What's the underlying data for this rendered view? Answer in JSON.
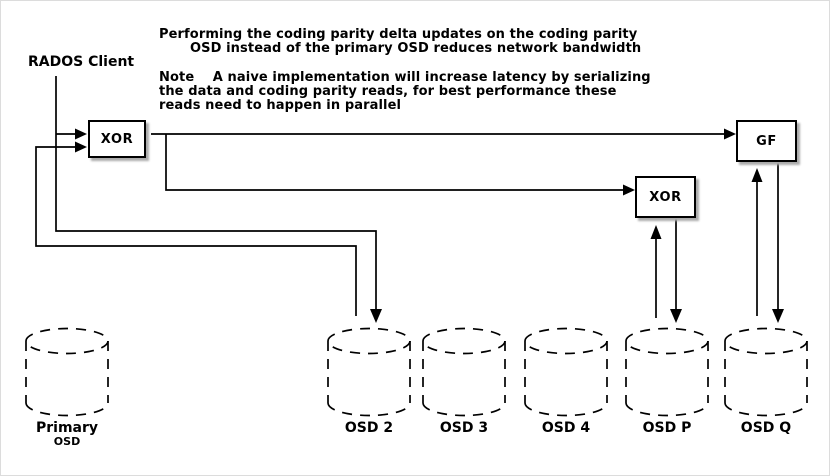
{
  "annotations": {
    "bandwidth_note": {
      "line1": "Performing the coding parity delta updates on the coding parity",
      "line2": "OSD instead of the primary OSD reduces network bandwidth"
    },
    "latency_note": {
      "line1": "Note    A naive implementation will increase latency by serializing",
      "line2": "the data and coding parity reads, for best performance these",
      "line3": "reads need to happen in parallel"
    }
  },
  "nodes": {
    "client": {
      "label": "RADOS Client"
    },
    "xor1": {
      "label": "XOR"
    },
    "xor2": {
      "label": "XOR"
    },
    "gf": {
      "label": "GF"
    },
    "primary_osd": {
      "label_line1": "Primary",
      "label_line2": "OSD"
    },
    "osd2": {
      "label": "OSD 2"
    },
    "osd3": {
      "label": "OSD 3"
    },
    "osd4": {
      "label": "OSD 4"
    },
    "osdp": {
      "label": "OSD P"
    },
    "osdq": {
      "label": "OSD Q"
    }
  },
  "edges": [
    {
      "from": "client",
      "to": "xor1"
    },
    {
      "from": "osd2",
      "to": "xor1"
    },
    {
      "from": "client",
      "to": "osd2"
    },
    {
      "from": "xor1",
      "to": "gf"
    },
    {
      "from": "xor1",
      "to": "xor2"
    },
    {
      "from": "osdp",
      "to": "xor2"
    },
    {
      "from": "xor2",
      "to": "osdp"
    },
    {
      "from": "osdq",
      "to": "gf"
    },
    {
      "from": "gf",
      "to": "osdq"
    }
  ],
  "colors": {
    "line": "#000000",
    "box_border": "#000000",
    "box_fill": "#ffffff",
    "box_shadow": "#ababab",
    "text": "#000000",
    "background": "#ffffff",
    "canvas_border": "#dcdcdc"
  }
}
